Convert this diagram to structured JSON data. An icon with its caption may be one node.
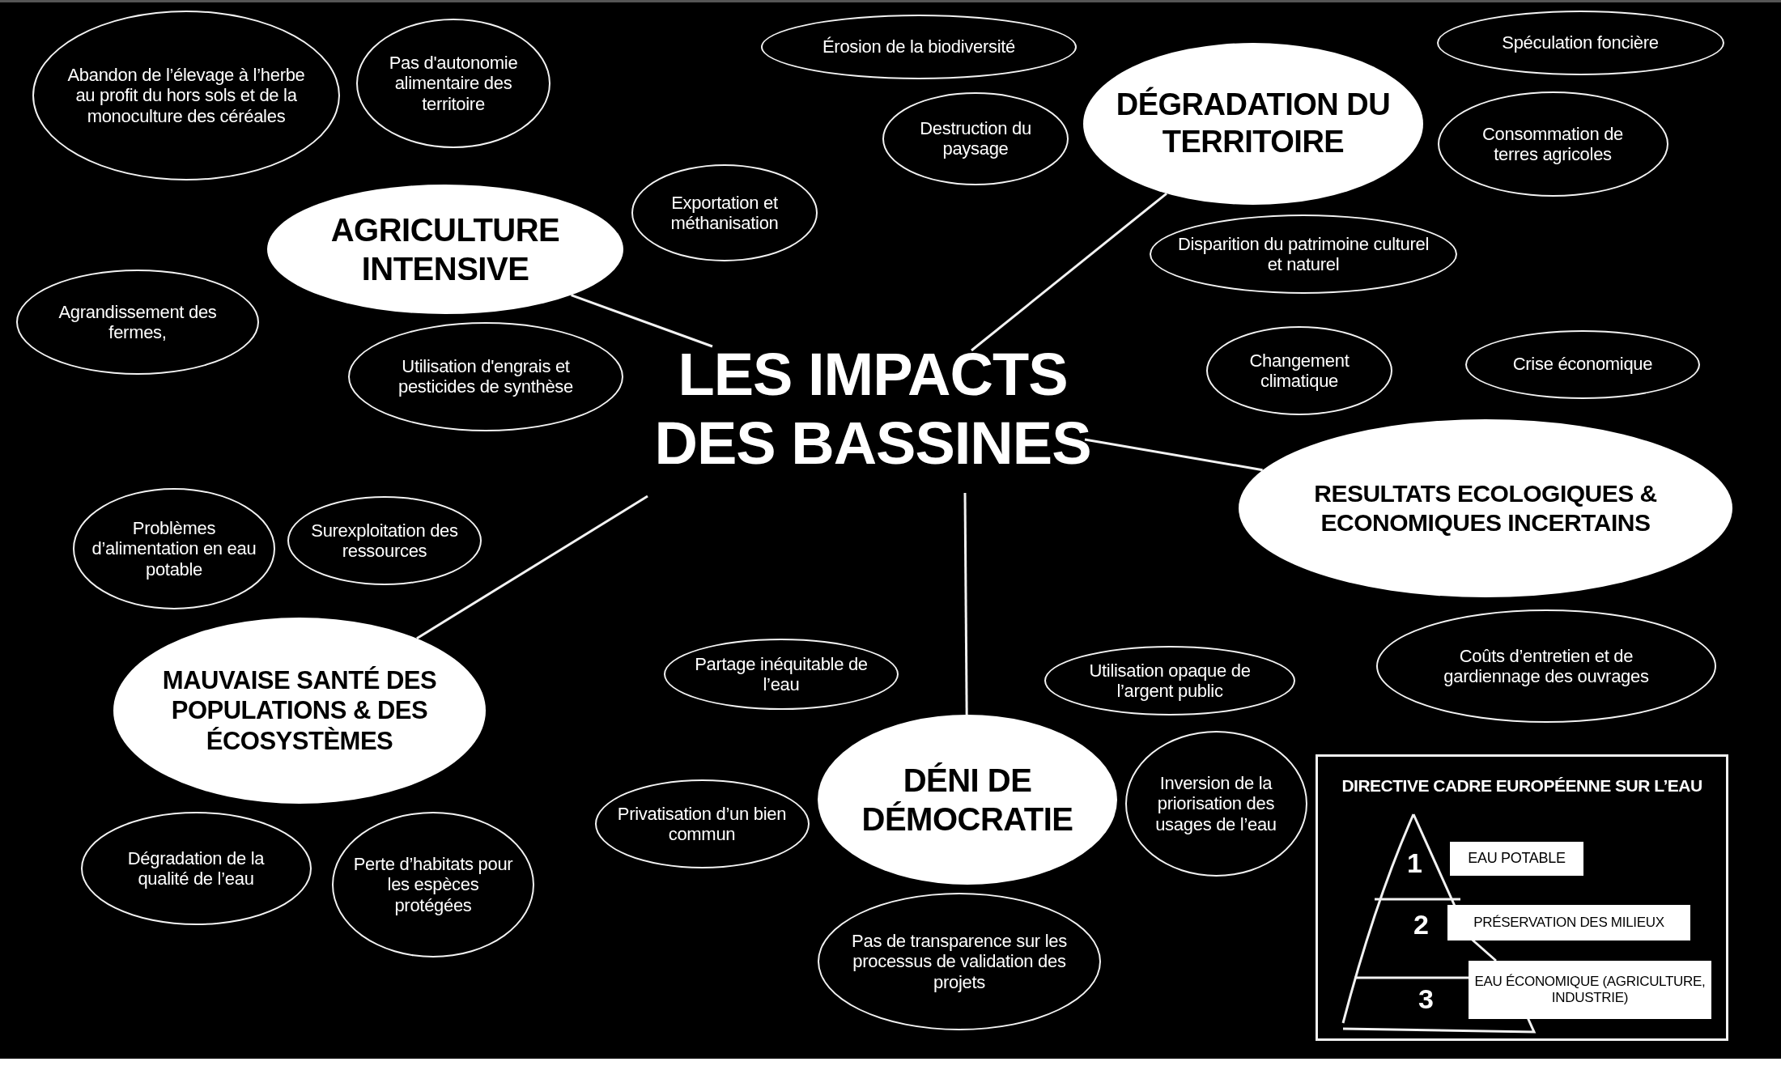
{
  "diagram": {
    "nodes": [
      {
        "text": [
          "LES IMPACTS DES BASSINES"
        ]
      },
      {
        "text": [
          "AGRICULTURE INTENSIVE"
        ]
      },
      {
        "text": [
          "Abandon de l’élevage à l’herbe au profit du hors sols et de la monoculture des céréales"
        ]
      },
      {
        "text": [
          "Pas d'autonomie alimentaire des territoire"
        ]
      },
      {
        "text": [
          "Exportation et méthanisation"
        ]
      },
      {
        "text": [
          "Agrandissement des fermes,"
        ]
      },
      {
        "text": [
          "Utilisation d'engrais et pesticides de synthèse"
        ]
      },
      {
        "text": [
          "DÉGRADATION DU TERRITOIRE"
        ]
      },
      {
        "text": [
          "Érosion de la biodiversité"
        ]
      },
      {
        "text": [
          "Spéculation foncière"
        ]
      },
      {
        "text": [
          "Destruction du paysage"
        ]
      },
      {
        "text": [
          "Consommation de terres agricoles"
        ]
      },
      {
        "text": [
          "Disparition du patrimoine culturel et naturel"
        ]
      },
      {
        "text": [
          "RESULTATS ECOLOGIQUES & ECONOMIQUES INCERTAINS"
        ]
      },
      {
        "text": [
          "Changement climatique"
        ]
      },
      {
        "text": [
          "Crise économique"
        ]
      },
      {
        "text": [
          "Coûts d’entretien et de gardiennage des ouvrages"
        ]
      },
      {
        "text": [
          "MAUVAISE SANTÉ DES POPULATIONS & DES ÉCOSYSTÈMES"
        ]
      },
      {
        "text": [
          "Problèmes d’alimentation en eau potable"
        ]
      },
      {
        "text": [
          "Surexploitation des ressources"
        ]
      },
      {
        "text": [
          "Dégradation de la qualité de l’eau"
        ]
      },
      {
        "text": [
          "Perte d’habitats pour les espèces protégées"
        ]
      },
      {
        "text": [
          "DÉNI DE DÉMOCRATIE"
        ]
      },
      {
        "text": [
          "Partage inéquitable de l’eau"
        ]
      },
      {
        "text": [
          "Utilisation opaque de l’argent public"
        ]
      },
      {
        "text": [
          "Privatisation d’un bien commun"
        ]
      },
      {
        "text": [
          "Inversion de la priorisation des usages de l’eau"
        ]
      },
      {
        "text": [
          "Pas de transparence sur les processus de validation des projets"
        ]
      },
      {
        "text": [
          "DIRECTIVE CADRE EUROPÉENNE SUR L’EAU"
        ]
      },
      {
        "text": [
          "EAU POTABLE"
        ],
        "in": 28
      },
      {
        "text": [
          "PRÉSERVATION DES MILIEUX"
        ],
        "in": 28
      },
      {
        "text": [
          "EAU ÉCONOMIQUE (AGRICULTURE, INDUSTRIE)"
        ],
        "in": 28
      }
    ],
    "edges": [
      {
        "from": 0,
        "to": 1,
        "arrow": "none"
      },
      {
        "from": 0,
        "to": 7,
        "arrow": "none"
      },
      {
        "from": 0,
        "to": 13,
        "arrow": "none"
      },
      {
        "from": 0,
        "to": 17,
        "arrow": "none"
      },
      {
        "from": 0,
        "to": 22,
        "arrow": "none"
      }
    ],
    "labels": [
      "1",
      "2",
      "3"
    ]
  }
}
